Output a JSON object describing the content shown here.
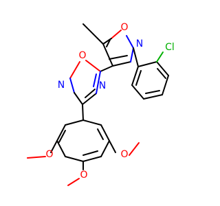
{
  "molecule": {
    "atom_labels": {
      "isoxazole_o": "O",
      "isoxazole_n": "N",
      "oxadiazole_o": "O",
      "oxadiazole_n1": "N",
      "oxadiazole_n2": "N",
      "chloro": "Cl",
      "methoxy_o1": "O",
      "methoxy_o2": "O",
      "methoxy_o3": "O"
    },
    "colors": {
      "carbon": "#000000",
      "oxygen": "#ff0000",
      "nitrogen": "#0000ff",
      "chlorine": "#00b000"
    }
  }
}
